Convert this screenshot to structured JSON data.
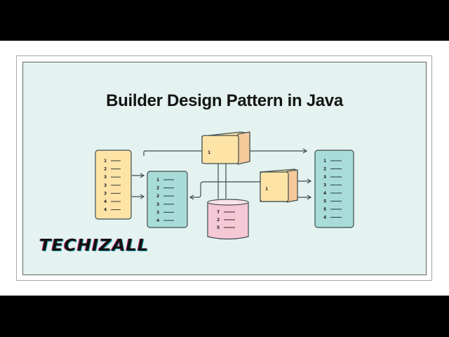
{
  "title": "Builder Design Pattern in Java",
  "brand": "TECHIZALL",
  "colors": {
    "panel_bg": "#e4f2f0",
    "yellow_box": "#fde4a6",
    "teal_box": "#a8dcd8",
    "pink_cylinder": "#f5c8d6",
    "cube_front": "#fde4a6",
    "cube_side": "#f7c99a",
    "stroke": "#3f4d4f"
  },
  "diagram": {
    "yellow_list": {
      "items": [
        "1",
        "2",
        "3",
        "3",
        "3",
        "4",
        "4"
      ]
    },
    "teal_list_left": {
      "items": [
        "1",
        "2",
        "2",
        "3",
        "3",
        "4"
      ]
    },
    "cube_top": {
      "label": "1"
    },
    "cube_right": {
      "label": "1"
    },
    "cylinder": {
      "items": [
        "7",
        "2",
        "5"
      ]
    },
    "teal_list_right": {
      "items": [
        "1",
        "2",
        "3",
        "3",
        "4",
        "5",
        "5",
        "4"
      ]
    }
  }
}
